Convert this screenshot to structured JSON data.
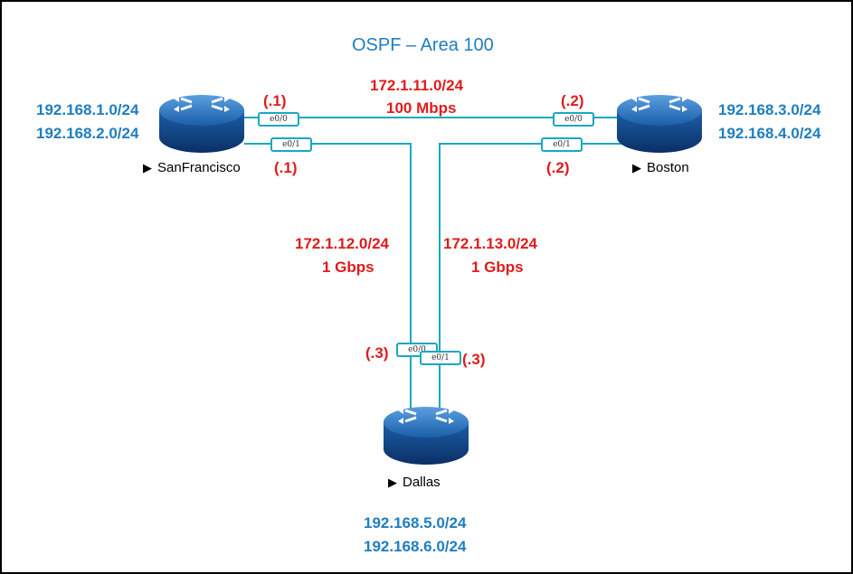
{
  "title": "OSPF – Area 100",
  "routers": {
    "sanfrancisco": {
      "name": "SanFrancisco",
      "networks": [
        "192.168.1.0/24",
        "192.168.2.0/24"
      ],
      "ports": [
        "e0/0",
        "e0/1"
      ],
      "addr": [
        ".1",
        ".1"
      ]
    },
    "boston": {
      "name": "Boston",
      "networks": [
        "192.168.3.0/24",
        "192.168.4.0/24"
      ],
      "ports": [
        "e0/0",
        "e0/1"
      ],
      "addr": [
        ".2",
        ".2"
      ]
    },
    "dallas": {
      "name": "Dallas",
      "networks": [
        "192.168.5.0/24",
        "192.168.6.0/24"
      ],
      "ports": [
        "e0/0",
        "e0/1"
      ],
      "addr": [
        ".3",
        ".3"
      ]
    }
  },
  "links": [
    {
      "subnet": "172.1.11.0/24",
      "speed": "100 Mbps"
    },
    {
      "subnet": "172.1.12.0/24",
      "speed": "1 Gbps"
    },
    {
      "subnet": "172.1.13.0/24",
      "speed": "1 Gbps"
    }
  ],
  "colors": {
    "network_text": "#1f7ec0",
    "link_text": "#e01b1b",
    "link_line": "#1aa8bf",
    "router_body": "#1a5ea8"
  },
  "icons": {
    "router": "router-icon",
    "label_marker": "triangle-right-icon"
  }
}
